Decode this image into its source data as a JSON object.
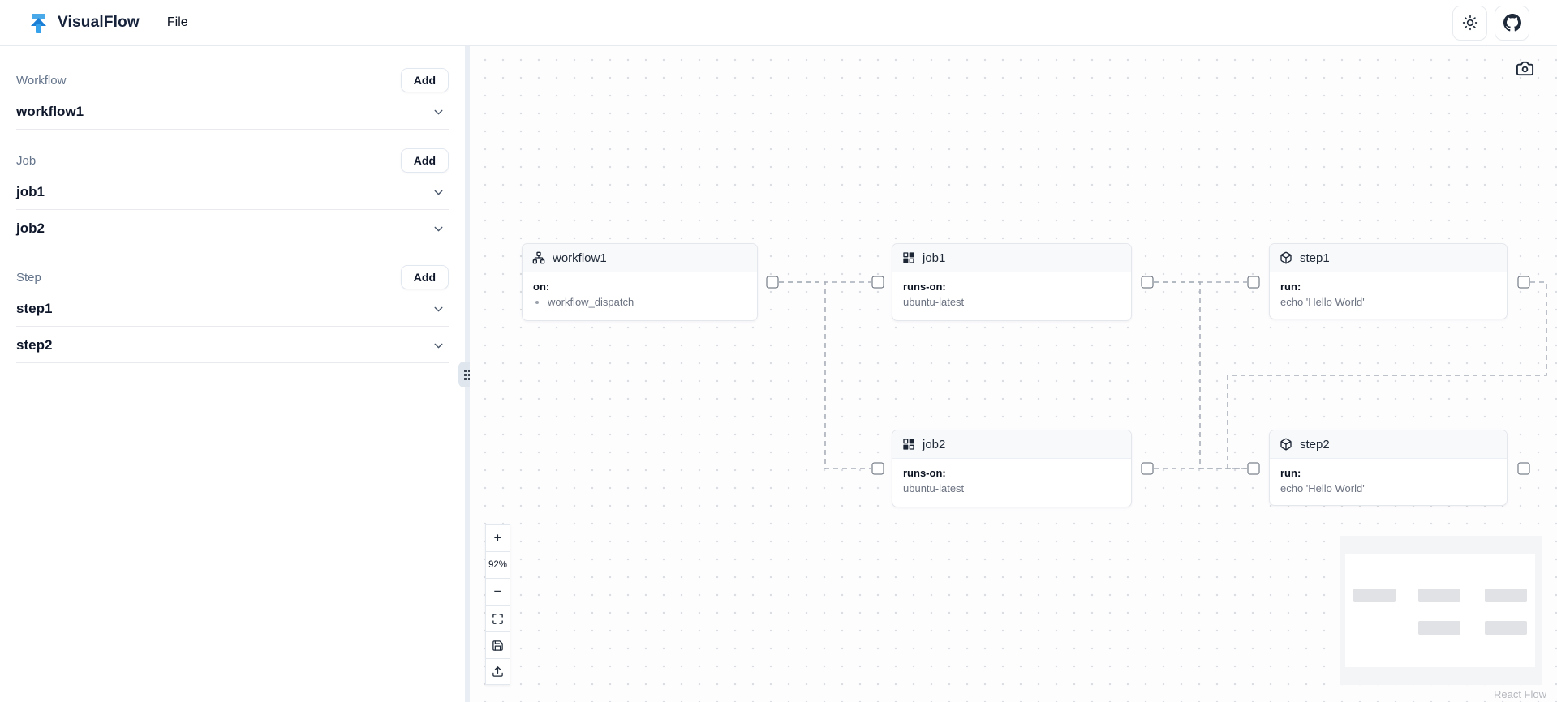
{
  "navbar": {
    "brand": "VisualFlow",
    "file_menu": "File"
  },
  "sidebar": {
    "workflow_section": {
      "label": "Workflow",
      "add_label": "Add",
      "items": [
        {
          "name": "workflow1"
        }
      ]
    },
    "job_section": {
      "label": "Job",
      "add_label": "Add",
      "items": [
        {
          "name": "job1"
        },
        {
          "name": "job2"
        }
      ]
    },
    "step_section": {
      "label": "Step",
      "add_label": "Add",
      "items": [
        {
          "name": "step1"
        },
        {
          "name": "step2"
        }
      ]
    }
  },
  "canvas": {
    "nodes": [
      {
        "title": "workflow1",
        "icon": "workflow-icon",
        "field_label": "on:",
        "field_value": "workflow_dispatch"
      },
      {
        "title": "job1",
        "icon": "job-icon",
        "field_label": "runs-on:",
        "field_value": "ubuntu-latest"
      },
      {
        "title": "step1",
        "icon": "step-icon",
        "field_label": "run:",
        "field_value": "echo 'Hello World'"
      },
      {
        "title": "job2",
        "icon": "job-icon",
        "field_label": "runs-on:",
        "field_value": "ubuntu-latest"
      },
      {
        "title": "step2",
        "icon": "step-icon",
        "field_label": "run:",
        "field_value": "echo 'Hello World'"
      }
    ],
    "edges": [
      {
        "from": "workflow1",
        "to": "job1"
      },
      {
        "from": "workflow1",
        "to": "job2"
      },
      {
        "from": "job1",
        "to": "step1"
      },
      {
        "from": "job1",
        "to": "step2"
      },
      {
        "from": "job2",
        "to": "step2"
      },
      {
        "from": "step1",
        "to": "step2"
      }
    ],
    "controls": {
      "zoom_in": "+",
      "zoom_level": "92%",
      "zoom_out": "−"
    },
    "attribution": "React Flow"
  },
  "colors": {
    "brand_blue": "#2e9fe6",
    "node_header_bg": "#f7f9fb",
    "edge_gray": "#aab0ba",
    "accent_dark": "#1e2939"
  }
}
